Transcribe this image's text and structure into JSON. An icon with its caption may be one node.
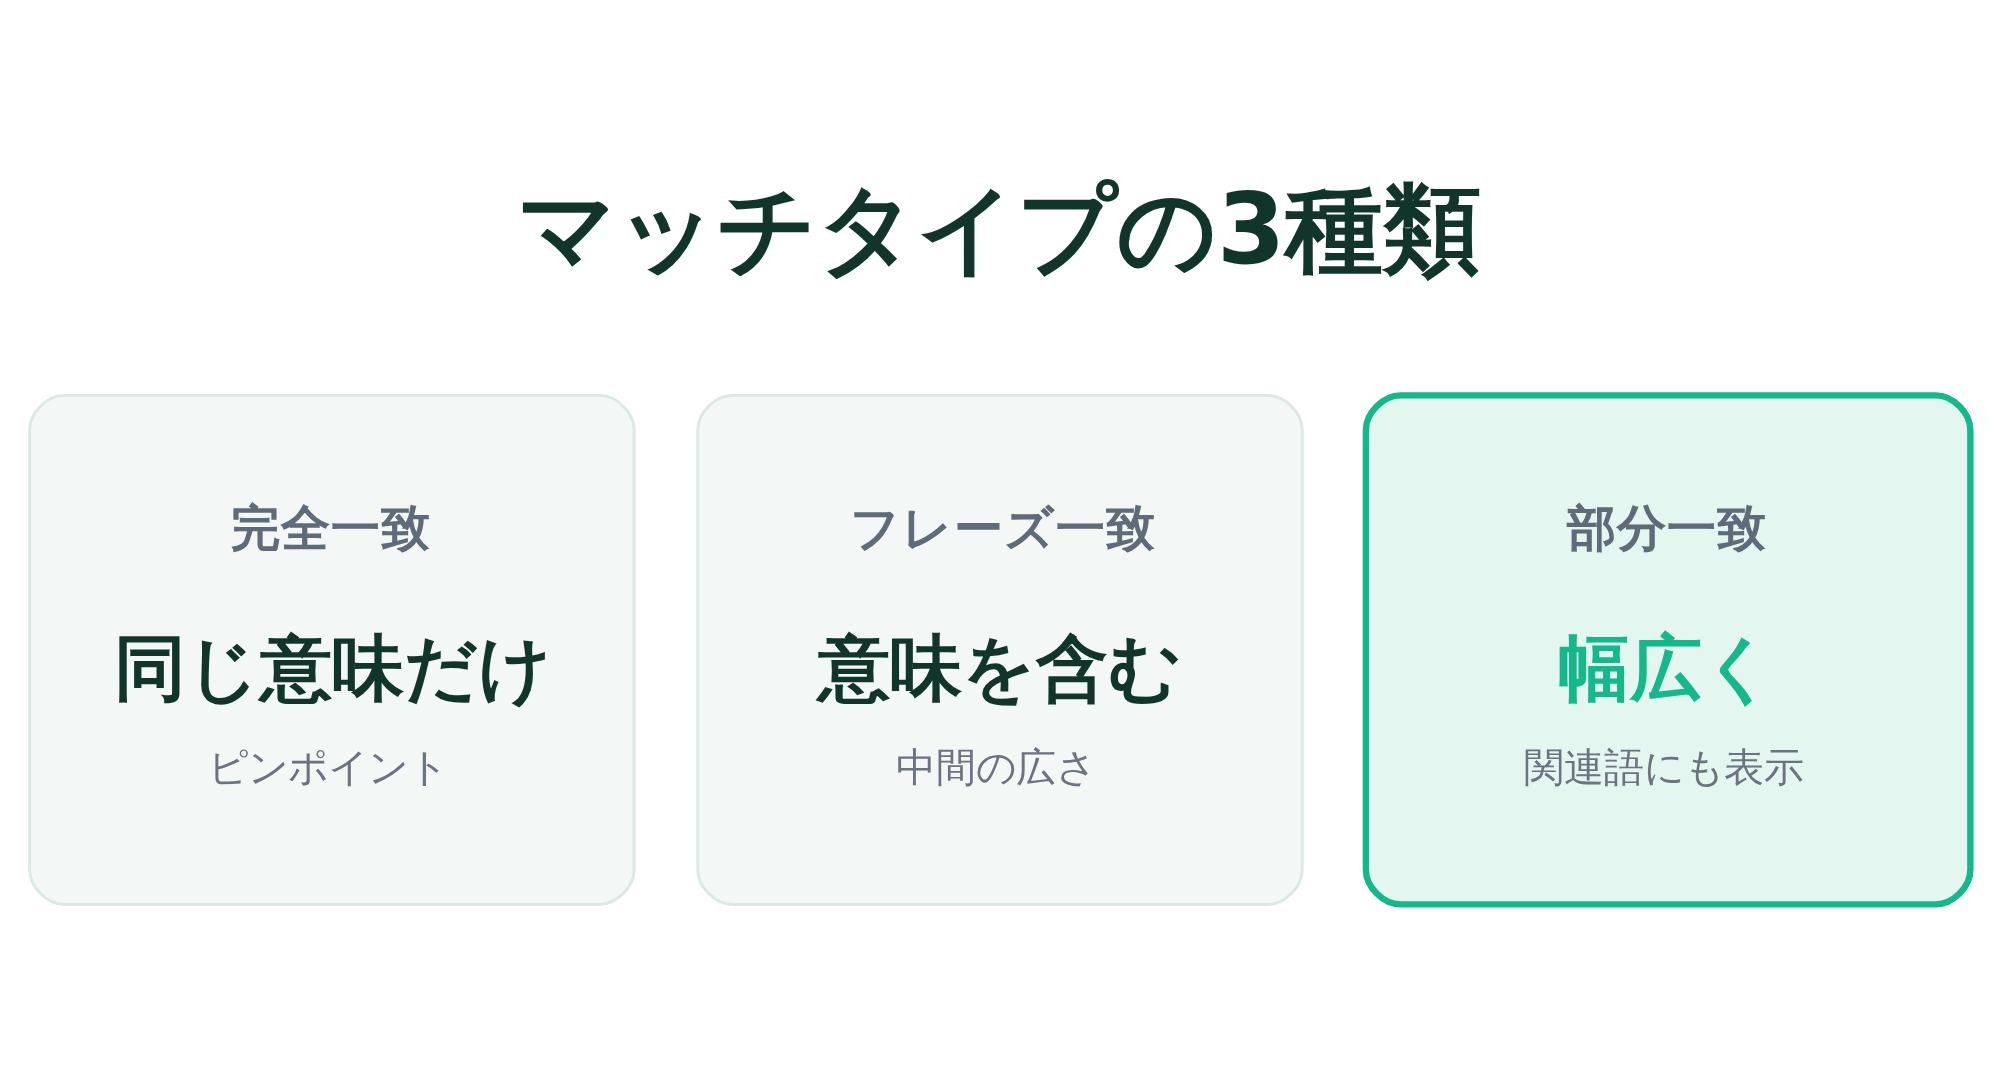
{
  "diagram": {
    "title": "マッチタイプの3種類",
    "nodes": [
      {
        "text": [
          "完全一致",
          "同じ意味だけ",
          "ピンポイント"
        ]
      },
      {
        "text": [
          "フレーズ一致",
          "意味を含む",
          "中間の広さ"
        ]
      },
      {
        "text": [
          "部分一致",
          "幅広く",
          "関連語にも表示"
        ]
      }
    ]
  }
}
